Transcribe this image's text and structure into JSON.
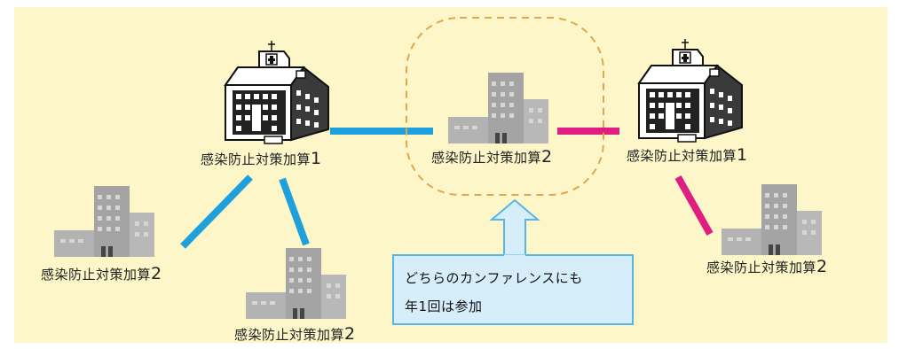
{
  "colors": {
    "background": "#fdf6c8",
    "link_blue": "#1ea0dc",
    "link_magenta": "#e01e82",
    "dashed_border": "#e0a84a",
    "callout_fill": "#d6eefa",
    "callout_border": "#58b4e6",
    "building_gray": "#a9a9a9"
  },
  "nodes": {
    "hospital_left": {
      "label": "感染防止対策加算",
      "number": "1"
    },
    "hospital_center": {
      "label": "感染防止対策加算",
      "number": "2"
    },
    "hospital_right": {
      "label": "感染防止対策加算",
      "number": "1"
    },
    "hospital_bottom_left": {
      "label": "感染防止対策加算",
      "number": "2"
    },
    "hospital_bottom_mid": {
      "label": "感染防止対策加算",
      "number": "2"
    },
    "hospital_bottom_right": {
      "label": "感染防止対策加算",
      "number": "2"
    }
  },
  "callout": {
    "line1": "どちらのカンファレンスにも",
    "line2": "年1回は参加"
  }
}
